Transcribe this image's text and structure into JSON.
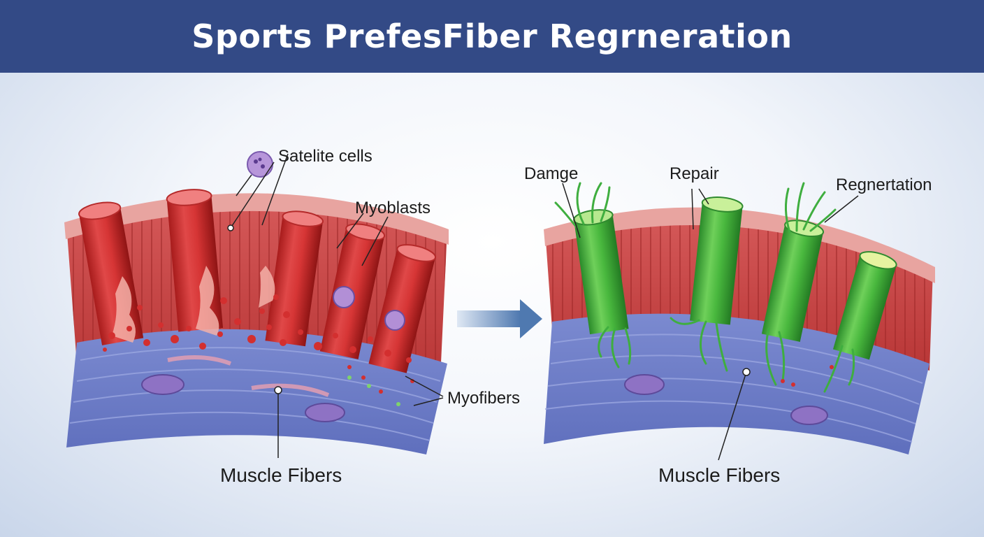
{
  "header": {
    "title": "Sports PrefesFiber Regrneration"
  },
  "left_panel": {
    "satellite_label": "Satelite cells",
    "myoblasts_label": "Myoblasts",
    "myofibers_label": "Myofibers",
    "bottom_label": "Muscle Fibers"
  },
  "right_panel": {
    "damage_label": "Damge",
    "repair_label": "Repair",
    "regeneration_label": "Regnertation",
    "bottom_label": "Muscle Fibers"
  },
  "colors": {
    "header_bg": "#334a86",
    "fiber_red": "#d93a3a",
    "fiber_green": "#3fae3f",
    "tissue_blue": "#6f7fc7",
    "arrow": "#5f86b8"
  }
}
